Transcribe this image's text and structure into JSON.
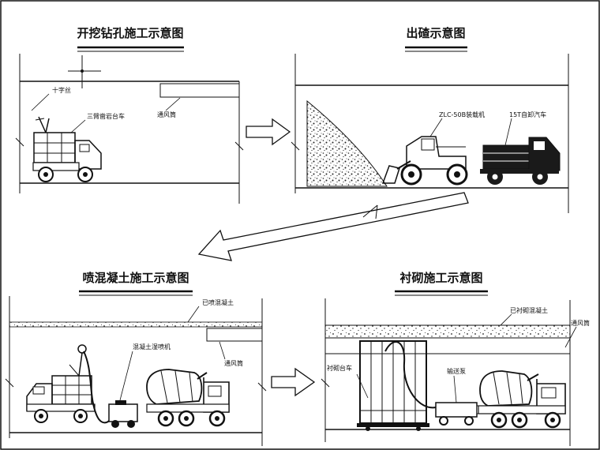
{
  "panels": {
    "drilling": {
      "title": "开挖钻孔施工示意图",
      "labels": {
        "cross_mark": "十字丝",
        "drill_jumbo": "三臂凿岩台车",
        "vent_duct": "通风筒"
      }
    },
    "mucking": {
      "title": "出碴示意图",
      "labels": {
        "loader": "ZLC-50B装载机",
        "dump_truck": "15T自卸汽车"
      }
    },
    "shotcrete": {
      "title": "喷混凝土施工示意图",
      "labels": {
        "sprayed_layer": "已喷混凝土",
        "spray_machine": "混凝土湿喷机",
        "vent_duct": "通风筒"
      }
    },
    "lining": {
      "title": "衬砌施工示意图",
      "labels": {
        "lined_concrete": "已衬砌混凝土",
        "vent_duct": "通风筒",
        "lining_trolley": "衬砌台车",
        "pump": "输送泵"
      }
    }
  },
  "colors": {
    "line": "#111111",
    "background": "#ffffff",
    "truck_fill": "#1a1a1a"
  }
}
